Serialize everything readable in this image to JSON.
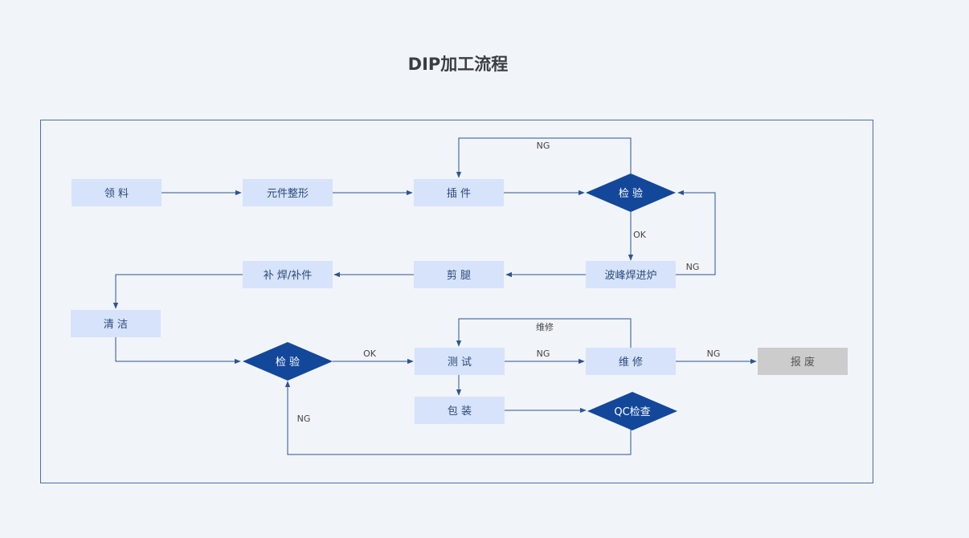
{
  "title": "DIP加工流程",
  "nodes": {
    "lingliao": "领 料",
    "yuanjian": "元件整形",
    "chajian": "插 件",
    "jianyan1": "检 验",
    "bofeng": "波峰焊进炉",
    "jiantui": "剪 腿",
    "buhan": "补 焊/补件",
    "qingjie": "清 洁",
    "jianyan2": "检 验",
    "ceshi": "测 试",
    "weixiu": "维 修",
    "baofei": "报 废",
    "baozhuang": "包 装",
    "qc": "QC检查"
  },
  "edges": {
    "ng_top": "NG",
    "ok_1": "OK",
    "ng_right": "NG",
    "weixiu_loop": "维修",
    "ok_2": "OK",
    "ng_test": "NG",
    "ng_scrap": "NG",
    "ng_bottom": "NG"
  },
  "colors": {
    "process_fill": "#d6e3fa",
    "decision_fill": "#13479a",
    "scrap_fill": "#cccccc",
    "line": "#2b5594"
  }
}
